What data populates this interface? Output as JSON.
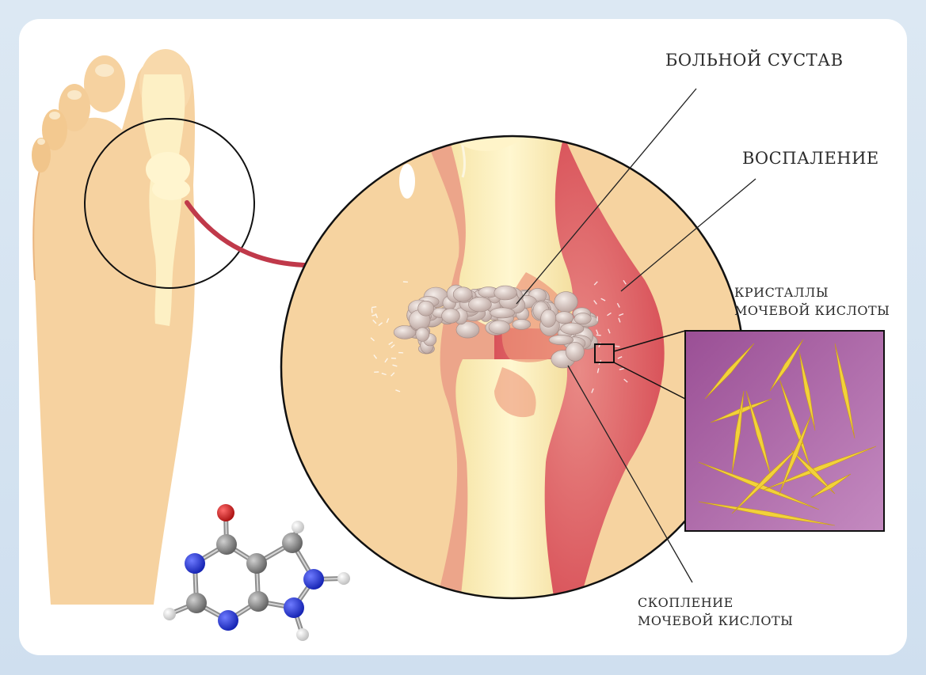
{
  "labels": {
    "diseased_joint": "БОЛЬНОЙ СУСТАВ",
    "inflammation": "ВОСПАЛЕНИЕ",
    "crystals_line1": "КРИСТАЛЛЫ",
    "crystals_line2": "МОЧЕВОЙ КИСЛОТЫ",
    "accumulation_line1": "СКОПЛЕНИЕ",
    "accumulation_line2": "МОЧЕВОЙ КИСЛОТЫ"
  },
  "colors": {
    "skin": "#f6d5a3",
    "bone": "#fbefbc",
    "inflammation": "#d9535a",
    "crystal_bg": "#a35c9c",
    "crystal": "#f2d23a",
    "arrow": "#c0394a",
    "atom_carbon": "#8a8a8a",
    "atom_nitrogen": "#1f2fd6",
    "atom_oxygen": "#d11f1f",
    "atom_hydrogen": "#f2f2f2"
  },
  "icons": [
    "foot-illustration",
    "magnified-joint",
    "crystal-inset",
    "uric-acid-molecule"
  ]
}
